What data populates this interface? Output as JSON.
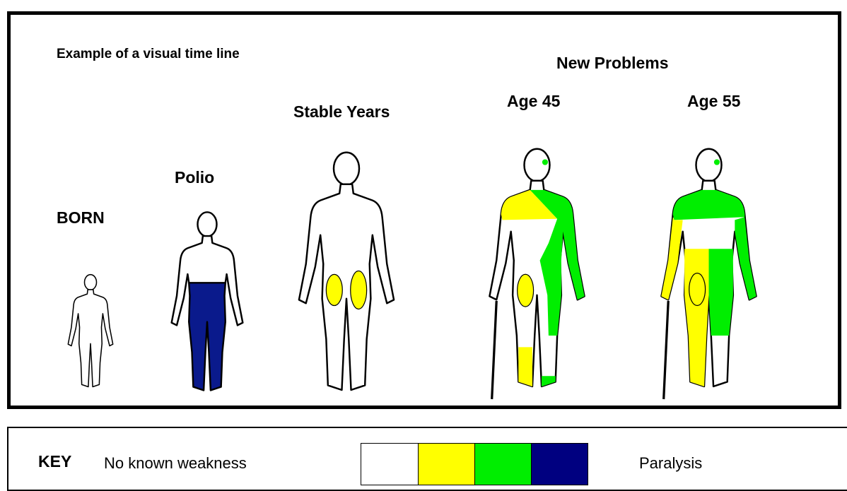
{
  "title": "Example of a visual time line",
  "stages": {
    "born": "BORN",
    "polio": "Polio",
    "stable": "Stable Years",
    "new_problems": "New Problems",
    "age45": "Age 45",
    "age55": "Age 55"
  },
  "key": {
    "title": "KEY",
    "left_label": "No known weakness",
    "right_label": "Paralysis",
    "scale_colors": [
      "#ffffff",
      "#ffff00",
      "#00ee00",
      "#000080"
    ]
  },
  "colors": {
    "none": "#ffffff",
    "mild": "#ffff00",
    "severe": "#00ee00",
    "paralysis": "#0a1a8c"
  }
}
